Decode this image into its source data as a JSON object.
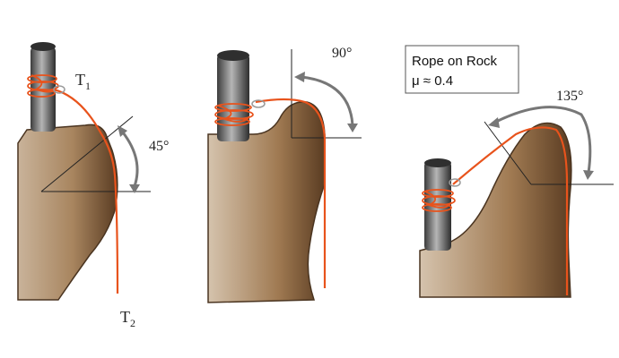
{
  "panels": [
    {
      "angle_label": "45°"
    },
    {
      "angle_label": "90°"
    },
    {
      "angle_label": "135°"
    }
  ],
  "tensions": {
    "t1": "T",
    "t1_sub": "1",
    "t2": "T",
    "t2_sub": "2"
  },
  "info_box": {
    "line1": "Rope on Rock",
    "line2": "μ ≈ 0.4"
  },
  "colors": {
    "rope": "#e8531c",
    "rock_dark": "#6b4a2c",
    "rock_light": "#c9b39a",
    "post": "#555555"
  }
}
